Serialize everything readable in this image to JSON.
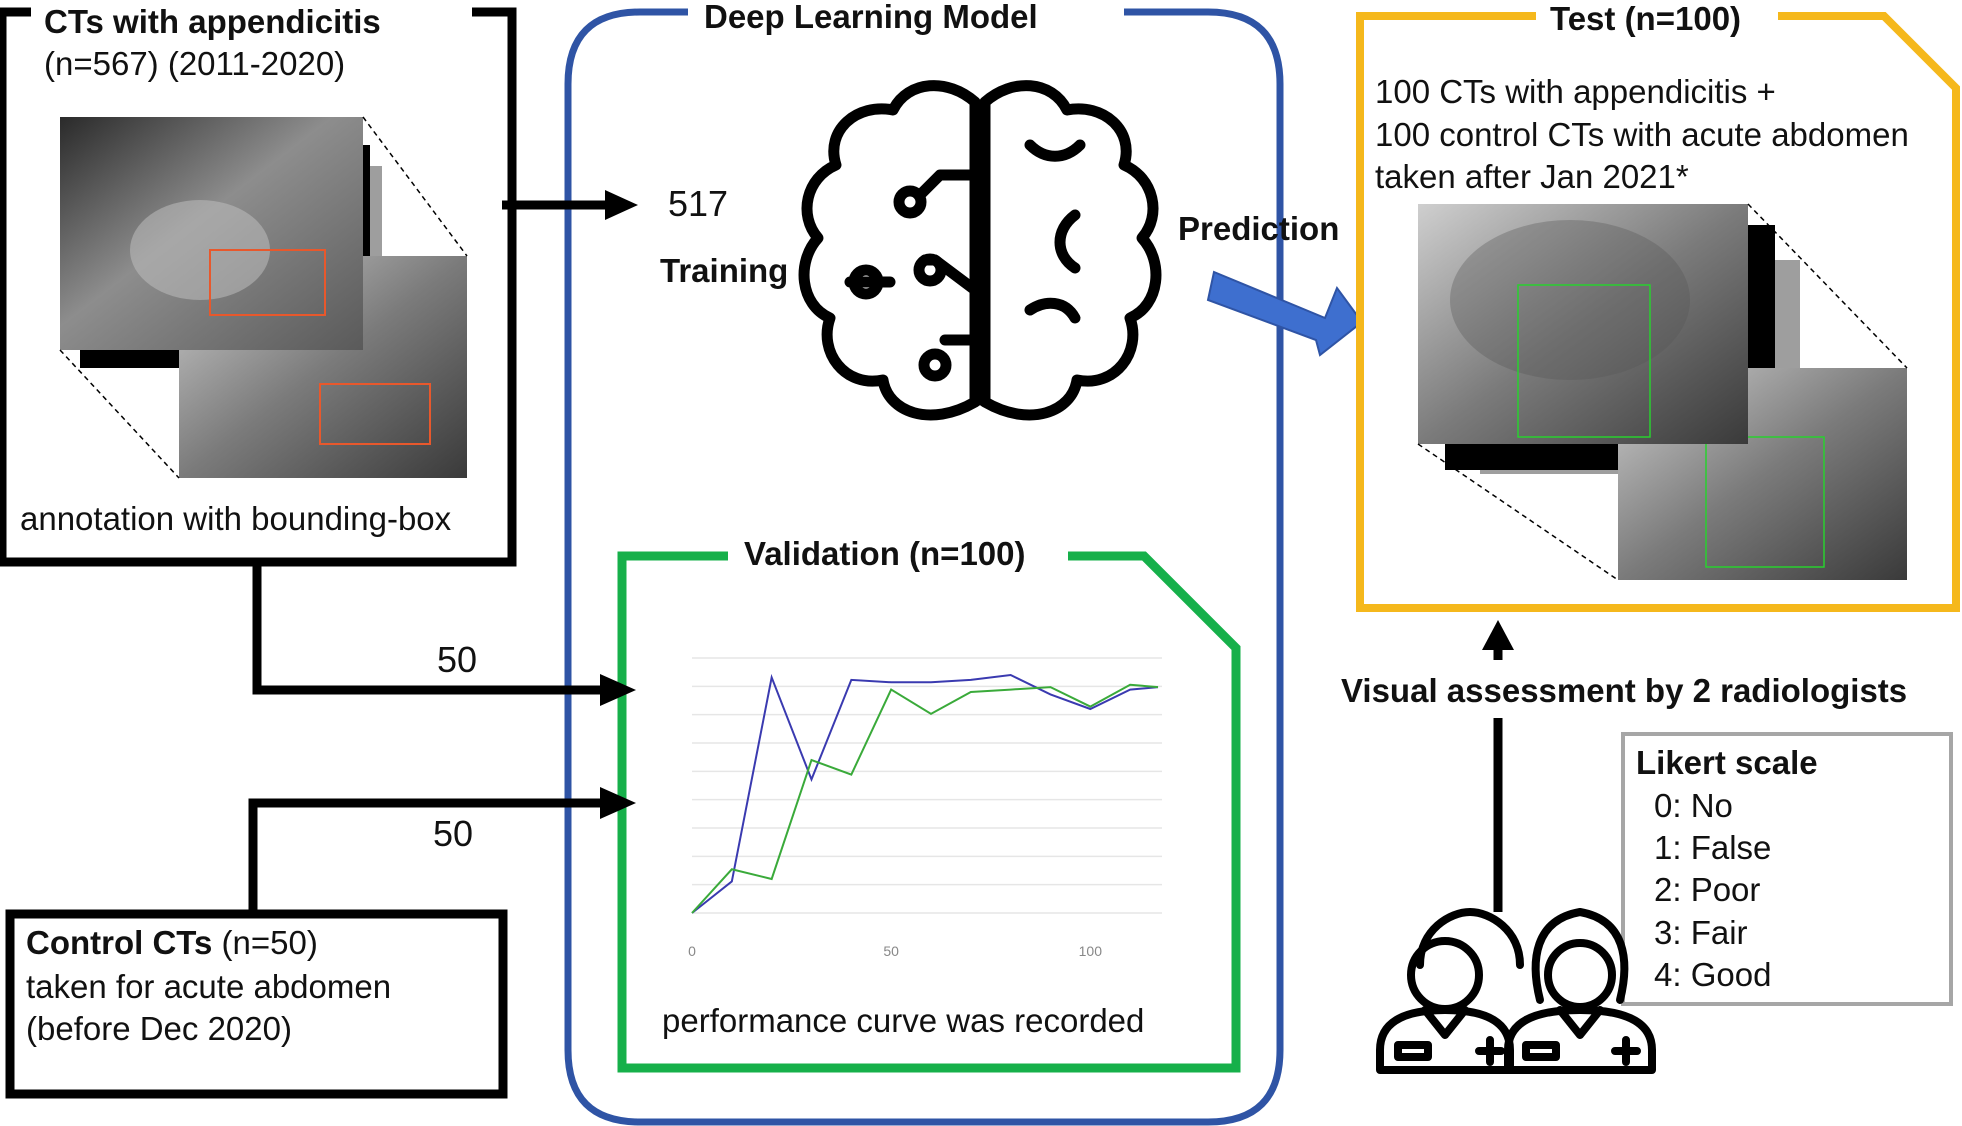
{
  "appendicitis_box": {
    "title": "CTs with appendicitis",
    "subtitle": "(n=567) (2011-2020)",
    "caption": "annotation with bounding-box"
  },
  "model": {
    "title": "Deep Learning Model",
    "training_count": "517",
    "training_label": "Training",
    "icon": "brain-circuit-icon"
  },
  "validation": {
    "title": "Validation (n=100)",
    "caption": "performance curve was recorded",
    "from_appendicitis": "50",
    "from_control": "50"
  },
  "control_box": {
    "title": "Control CTs",
    "count": " (n=50)",
    "line2": "taken for acute abdomen",
    "line3": "(before Dec 2020)"
  },
  "prediction_label": "Prediction",
  "test": {
    "title": "Test (n=100)",
    "line1": "100 CTs with appendicitis +",
    "line2": "100 control CTs with acute abdomen",
    "line3": "taken after Jan 2021*"
  },
  "assessment": {
    "label": "Visual assessment by 2 radiologists",
    "icon": "doctors-icon"
  },
  "likert": {
    "title": "Likert scale",
    "items": [
      "0: No",
      "1: False",
      "2: Poor",
      "3: Fair",
      "4: Good"
    ]
  },
  "colors": {
    "model_border": "#2f54a5",
    "validation_border": "#16b04a",
    "test_border": "#f5b81c",
    "likert_border": "#a6a6a6",
    "prediction_arrow": "#3e6fcf",
    "series_a": "#3a3ab0",
    "series_b": "#3aaa3a",
    "bbox_red": "#e8582c",
    "bbox_green": "#29d02f"
  },
  "chart_data": {
    "type": "line",
    "xticks": [
      "0",
      "50",
      "100"
    ],
    "xlim": [
      0,
      118
    ],
    "ylim": [
      0,
      1.05
    ],
    "grid": true,
    "series": [
      {
        "x": [
          0,
          10,
          20,
          30,
          40,
          50,
          60,
          70,
          80,
          90,
          100,
          110,
          117
        ],
        "values": [
          0.0,
          0.13,
          0.97,
          0.55,
          0.96,
          0.95,
          0.95,
          0.96,
          0.98,
          0.9,
          0.84,
          0.92,
          0.93
        ]
      },
      {
        "x": [
          0,
          10,
          20,
          30,
          40,
          50,
          60,
          70,
          80,
          90,
          100,
          110,
          117
        ],
        "values": [
          0.0,
          0.18,
          0.14,
          0.63,
          0.57,
          0.92,
          0.82,
          0.91,
          0.92,
          0.93,
          0.85,
          0.94,
          0.93
        ]
      }
    ]
  }
}
